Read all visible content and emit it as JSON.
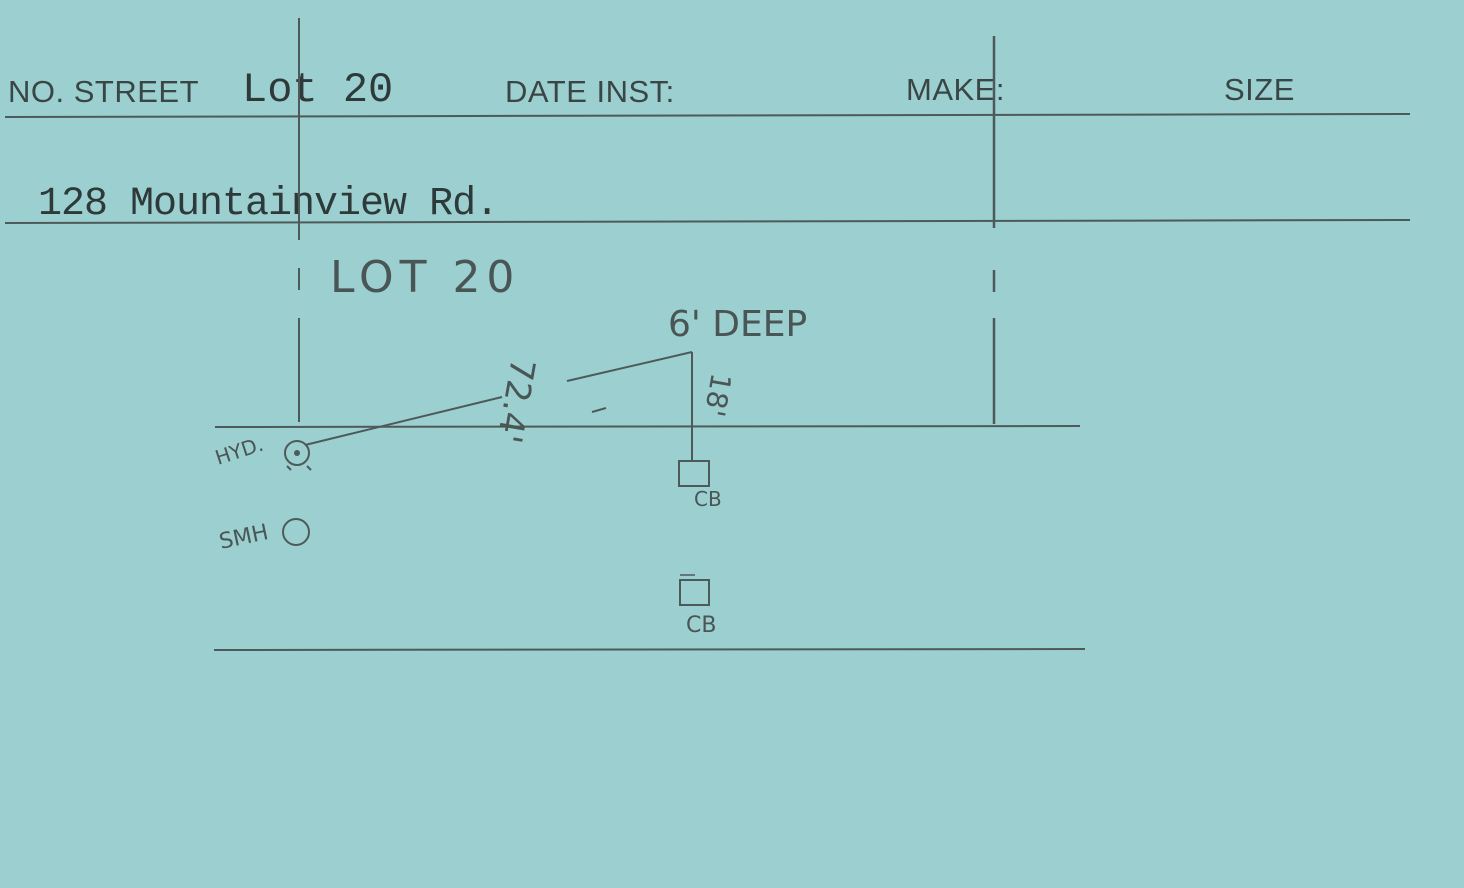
{
  "form": {
    "no_street_label": "NO. STREET",
    "date_inst_label": "DATE INST:",
    "make_label": "MAKE:",
    "size_label": "SIZE"
  },
  "entry": {
    "lot": "Lot 20",
    "address": "128 Mountainview Rd."
  },
  "sketch": {
    "lot_label": "LOT 20",
    "depth_note": "6' DEEP",
    "distance_long": "72.4'",
    "distance_short": "18'",
    "hydrant_label": "HYD.",
    "manhole_label": "SMH",
    "curb_box_label": "CB",
    "catch_basin_label": "CB"
  }
}
